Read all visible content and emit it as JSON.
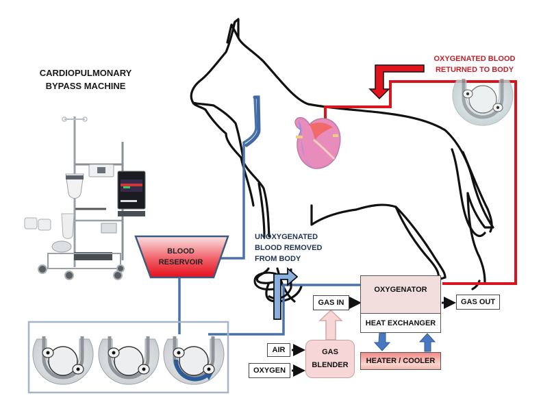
{
  "title": {
    "line1": "CARDIOPULMONARY",
    "line2": "BYPASS MACHINE"
  },
  "labels": {
    "oxygenated_line1": "OXYGENATED BLOOD",
    "oxygenated_line2": "RETURNED TO BODY",
    "unoxygenated_line1": "UNOXYGENATED",
    "unoxygenated_line2": "BLOOD REMOVED",
    "unoxygenated_line3": "FROM BODY"
  },
  "components": {
    "reservoir_line1": "BLOOD",
    "reservoir_line2": "RESERVOIR",
    "oxygenator": "OXYGENATOR",
    "heat_exchanger": "HEAT EXCHANGER",
    "heater_cooler": "HEATER / COOLER",
    "gas_in": "GAS IN",
    "gas_out": "GAS OUT",
    "gas_blender_line1": "GAS",
    "gas_blender_line2": "BLENDER",
    "air": "AIR",
    "oxygen": "OXYGEN"
  },
  "colors": {
    "oxygenated": "#d8141c",
    "unoxygenated": "#4a72a8",
    "outline": "#111111",
    "reservoir_top": "#f8d6d6",
    "reservoir_bottom": "#e6101e"
  }
}
